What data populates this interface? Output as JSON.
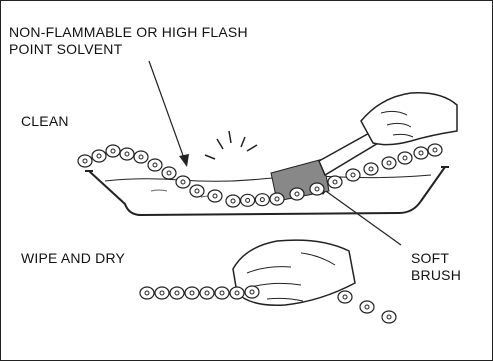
{
  "callouts": {
    "solvent_line1": "NON-FLAMMABLE OR HIGH FLASH",
    "solvent_line2": "POINT SOLVENT",
    "clean": "CLEAN",
    "wipe_and_dry": "WIPE AND DRY",
    "brush_line1": "SOFT",
    "brush_line2": "BRUSH"
  },
  "style": {
    "ink": "#222222",
    "paper": "#ffffff",
    "brush_fill": "#888888"
  }
}
